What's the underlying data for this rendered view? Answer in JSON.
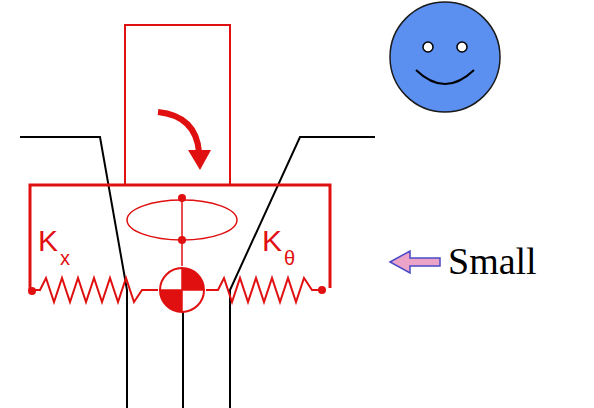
{
  "diagram": {
    "labels": [
      "K",
      "x",
      "K",
      "θ",
      "Small"
    ]
  }
}
